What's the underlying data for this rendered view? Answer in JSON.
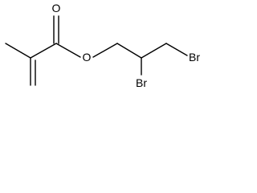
{
  "molecule": {
    "atoms": {
      "carbonyl_oxygen": "O",
      "ester_oxygen": "O",
      "bromine_1": "Br",
      "bromine_2": "Br"
    },
    "colors": {
      "bond": "#000000",
      "label": "#000000",
      "background": "#ffffff"
    }
  }
}
